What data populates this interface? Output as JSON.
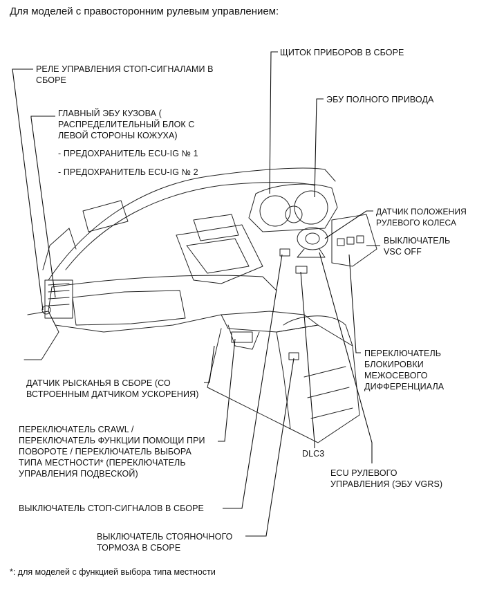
{
  "title": "Для моделей с правосторонним рулевым управлением:",
  "labels": {
    "stop_relay": "РЕЛЕ УПРАВЛЕНИЯ СТОП-СИГНАЛАМИ В\nСБОРЕ",
    "main_body_ecu": "ГЛАВНЫЙ ЭБУ КУЗОВА (\nРАСПРЕДЕЛИТЕЛЬНЫЙ БЛОК С\nЛЕВОЙ СТОРОНЫ КОЖУХА)",
    "fuse_1": "- ПРЕДОХРАНИТЕЛЬ ECU-IG № 1",
    "fuse_2": "- ПРЕДОХРАНИТЕЛЬ ECU-IG № 2",
    "combination_meter": "ЩИТОК ПРИБОРОВ В СБОРЕ",
    "four_wd_ecu": "ЭБУ ПОЛНОГО ПРИВОДА",
    "steering_sensor": "ДАТЧИК ПОЛОЖЕНИЯ\nРУЛЕВОГО КОЛЕСА",
    "vsc_off": "ВЫКЛЮЧАТЕЛЬ\nVSC OFF",
    "diff_lock": "ПЕРЕКЛЮЧАТЕЛЬ\nБЛОКИРОВКИ\nМЕЖОСЕВОГО\nДИФФЕРЕНЦИАЛА",
    "yaw_sensor": "ДАТЧИК РЫСКАНЬЯ В СБОРЕ (СО\nВСТРОЕННЫМ ДАТЧИКОМ УСКОРЕНИЯ)",
    "crawl_switch": "ПЕРЕКЛЮЧАТЕЛЬ CRAWL /\nПЕРЕКЛЮЧАТЕЛЬ ФУНКЦИИ ПОМОЩИ ПРИ\nПОВОРОТЕ / ПЕРЕКЛЮЧАТЕЛЬ ВЫБОРА\nТИПА МЕСТНОСТИ* (ПЕРЕКЛЮЧАТЕЛЬ\nУПРАВЛЕНИЯ ПОДВЕСКОЙ)",
    "dlc3": "DLC3",
    "vgrs_ecu": "ECU РУЛЕВОГО\nУПРАВЛЕНИЯ (ЭБУ VGRS)",
    "stop_switch": "ВЫКЛЮЧАТЕЛЬ СТОП-СИГНАЛОВ В СБОРЕ",
    "parking_brake": "ВЫКЛЮЧАТЕЛЬ СТОЯНОЧНОГО\nТОРМОЗА В СБОРЕ"
  },
  "footnote": "*: для моделей с функцией выбора типа местности"
}
